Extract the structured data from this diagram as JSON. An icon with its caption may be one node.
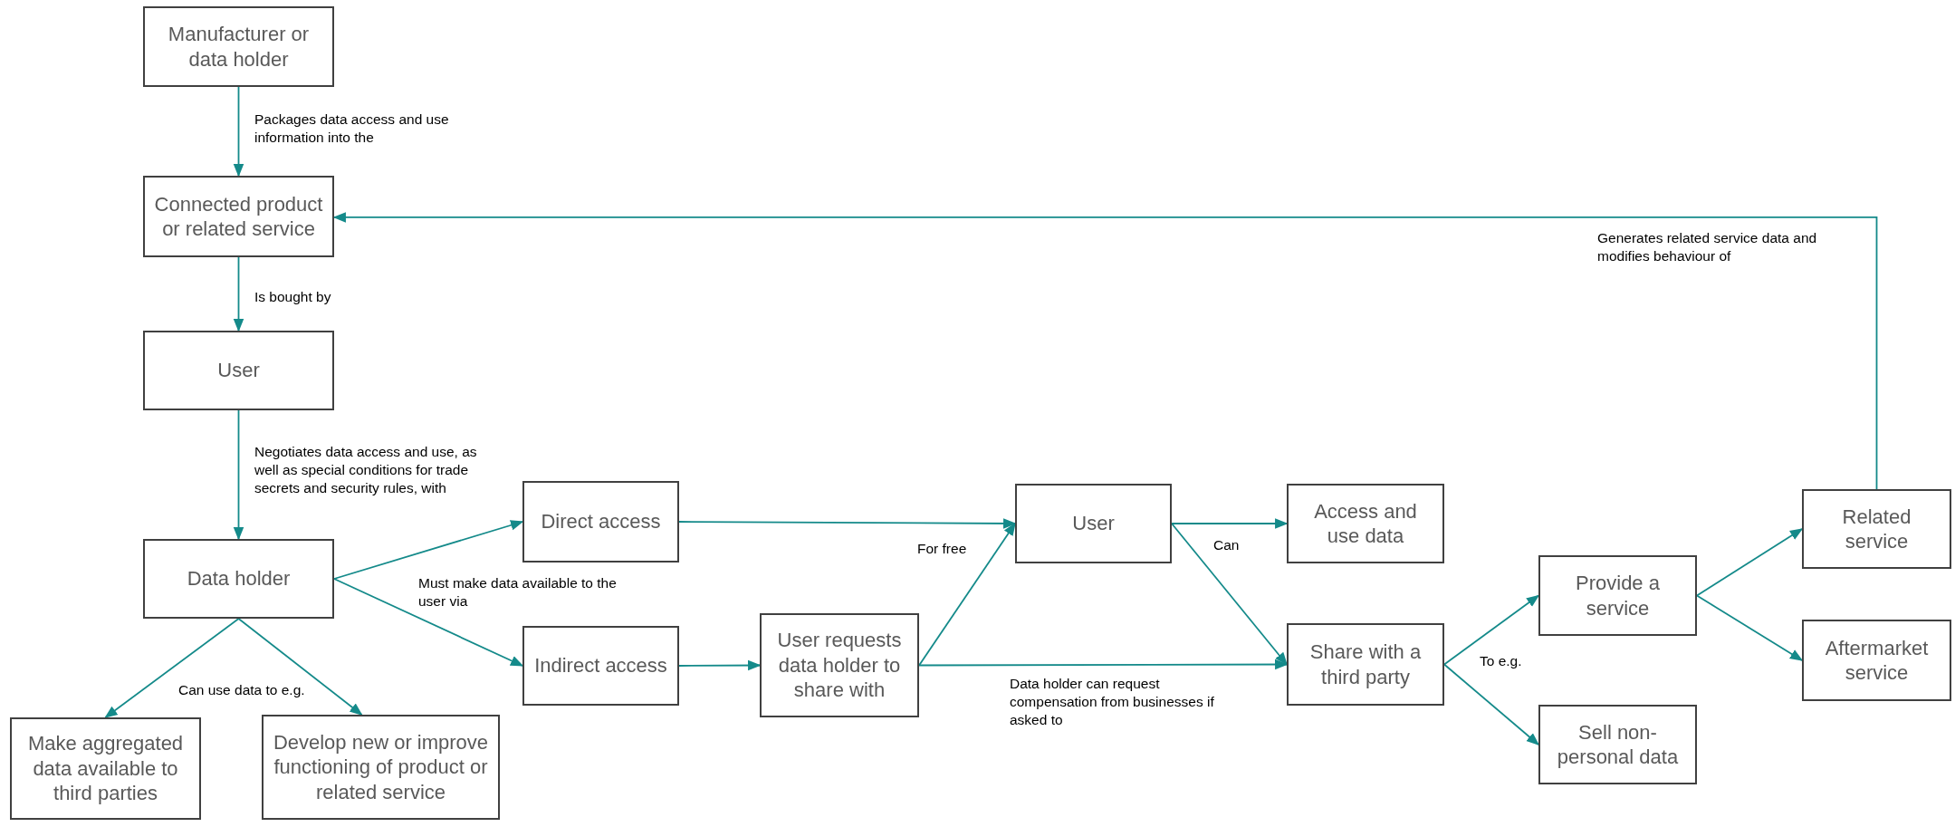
{
  "diagram": {
    "nodes": [
      {
        "text": [
          "Manufacturer or data holder"
        ]
      },
      {
        "text": [
          "Connected product or related service"
        ]
      },
      {
        "text": [
          "User"
        ]
      },
      {
        "text": [
          "Data holder"
        ]
      },
      {
        "text": [
          "Make aggregated data available to third parties"
        ]
      },
      {
        "text": [
          "Develop new or improve functioning of product or related service"
        ]
      },
      {
        "text": [
          "Direct access"
        ]
      },
      {
        "text": [
          "Indirect access"
        ]
      },
      {
        "text": [
          "User requests data holder to share with"
        ]
      },
      {
        "text": [
          "User"
        ]
      },
      {
        "text": [
          "Access and use data"
        ]
      },
      {
        "text": [
          "Share with a third party"
        ]
      },
      {
        "text": [
          "Provide a service"
        ]
      },
      {
        "text": [
          "Sell non-personal data"
        ]
      },
      {
        "text": [
          "Related service"
        ]
      },
      {
        "text": [
          "Aftermarket service"
        ]
      }
    ],
    "edges": [
      {
        "from": 0,
        "to": 1,
        "arrow": "to",
        "label": "Packages data access and use information into the"
      },
      {
        "from": 1,
        "to": 2,
        "arrow": "to",
        "label": "Is bought by"
      },
      {
        "from": 2,
        "to": 3,
        "arrow": "to",
        "label": "Negotiates data access and use, as well as special conditions for trade secrets and security rules, with"
      },
      {
        "from": 3,
        "to": 6,
        "arrow": "to",
        "label": "Must make data available to the user via"
      },
      {
        "from": 3,
        "to": 7,
        "arrow": "to"
      },
      {
        "from": 3,
        "to": 4,
        "arrow": "to",
        "label": "Can use data to e.g."
      },
      {
        "from": 3,
        "to": 5,
        "arrow": "to"
      },
      {
        "from": 6,
        "to": 9,
        "arrow": "to"
      },
      {
        "from": 7,
        "to": 8,
        "arrow": "to"
      },
      {
        "from": 8,
        "to": 9,
        "arrow": "to",
        "label": "For free"
      },
      {
        "from": 8,
        "to": 11,
        "arrow": "to",
        "label": "Data holder can request compensation from businesses if asked to"
      },
      {
        "from": 9,
        "to": 10,
        "arrow": "to",
        "label": "Can"
      },
      {
        "from": 9,
        "to": 11,
        "arrow": "to"
      },
      {
        "from": 11,
        "to": 12,
        "arrow": "to"
      },
      {
        "from": 11,
        "to": 13,
        "arrow": "to",
        "label": "To e.g."
      },
      {
        "from": 12,
        "to": 14,
        "arrow": "to"
      },
      {
        "from": 12,
        "to": 15,
        "arrow": "to"
      },
      {
        "from": 14,
        "to": 1,
        "arrow": "to",
        "label": "Generates related service data and modifies behaviour of"
      }
    ]
  }
}
